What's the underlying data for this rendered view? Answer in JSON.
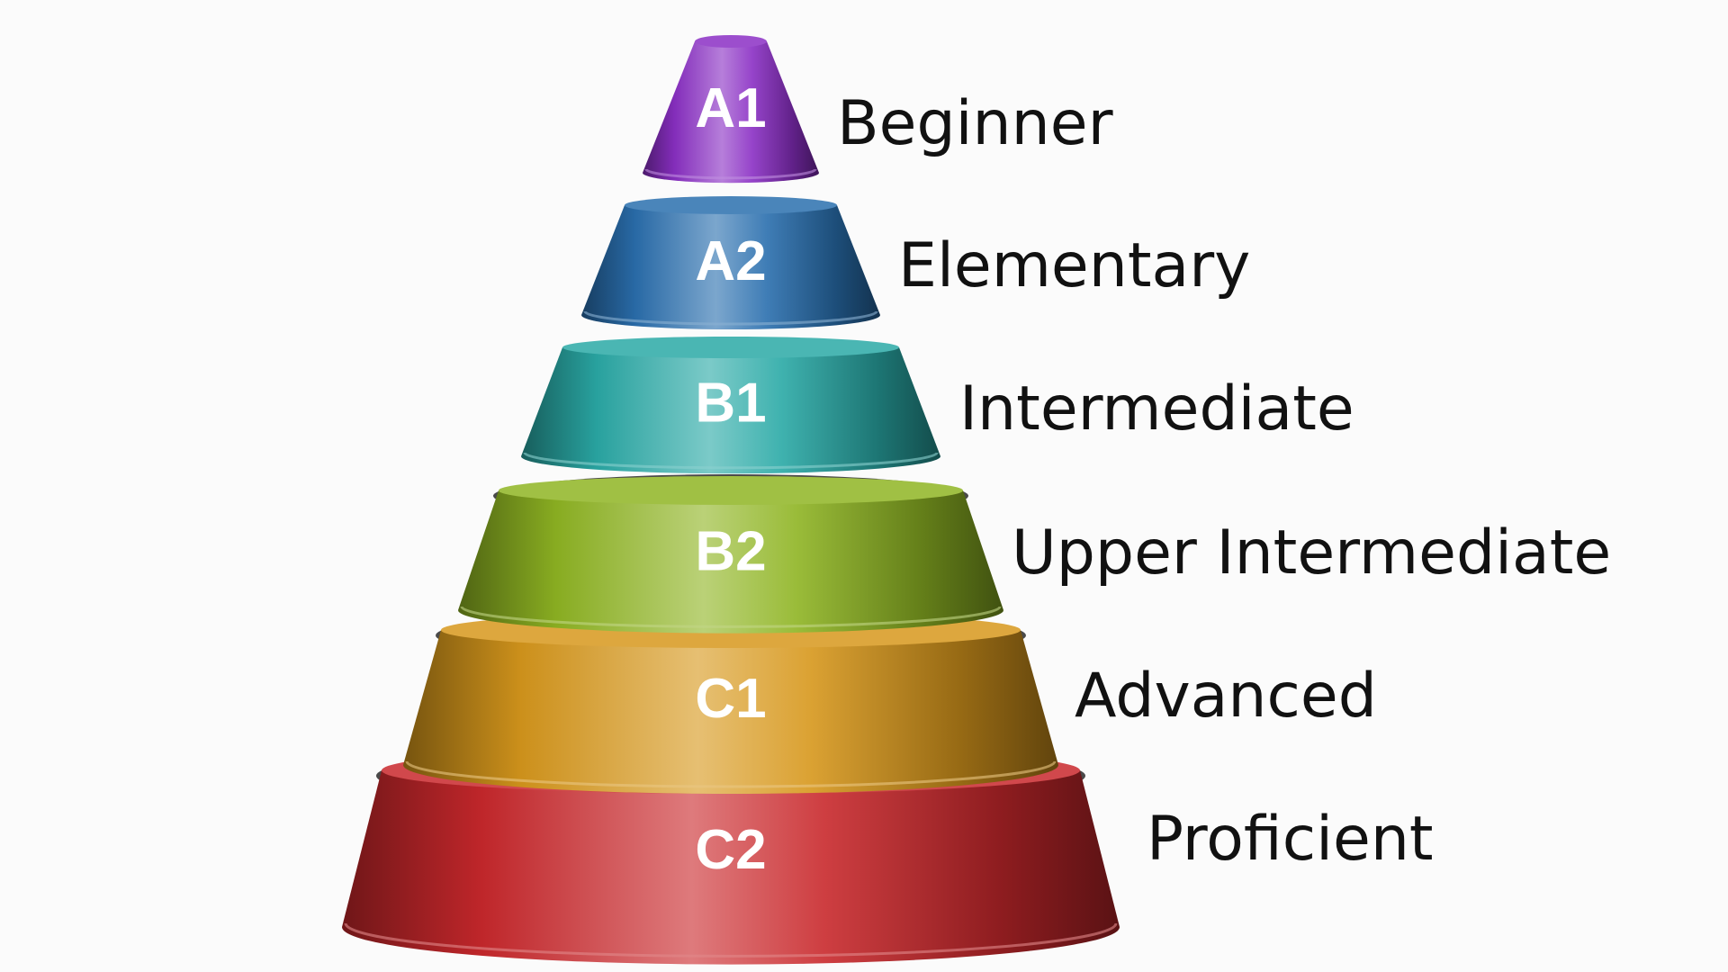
{
  "levels": [
    {
      "code": "A1",
      "name": "Beginner",
      "color": "#8a2fc4"
    },
    {
      "code": "A2",
      "name": "Elementary",
      "color": "#2a6fae"
    },
    {
      "code": "B1",
      "name": "Intermediate",
      "color": "#2aa9a6"
    },
    {
      "code": "B2",
      "name": "Upper Intermediate",
      "color": "#8fb523"
    },
    {
      "code": "C1",
      "name": "Advanced",
      "color": "#d7981c"
    },
    {
      "code": "C2",
      "name": "Proficient",
      "color": "#c9282c"
    }
  ]
}
